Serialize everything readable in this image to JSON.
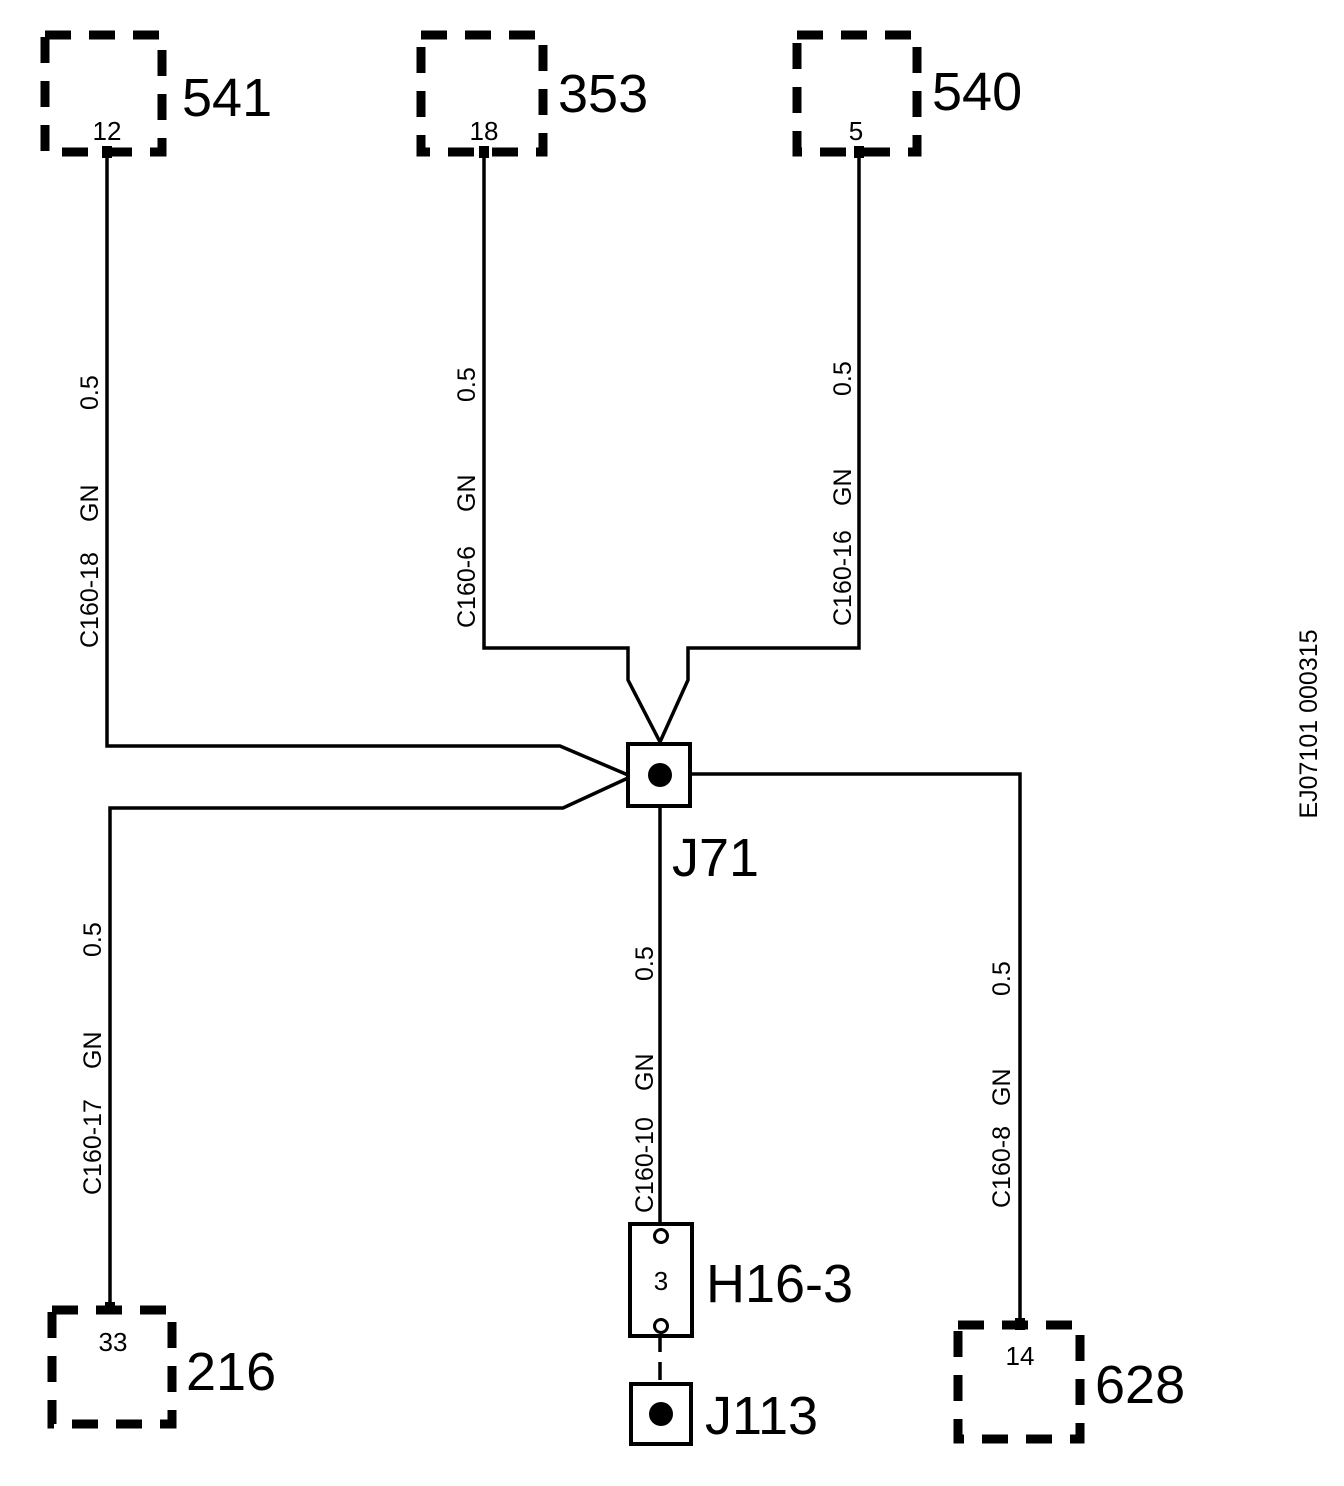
{
  "diagram": {
    "reference_code": "EJ07101 000315",
    "splice": {
      "id": "J71"
    },
    "connector_h16": {
      "id": "H16-3",
      "pin": "3"
    },
    "ground_splice": {
      "id": "J113"
    },
    "components": [
      {
        "id": "541",
        "pin": "12"
      },
      {
        "id": "353",
        "pin": "18"
      },
      {
        "id": "540",
        "pin": "5"
      },
      {
        "id": "216",
        "pin": "33"
      },
      {
        "id": "628",
        "pin": "14"
      }
    ],
    "wires": [
      {
        "circuit": "C160-18",
        "color": "GN",
        "size": "0.5"
      },
      {
        "circuit": "C160-6",
        "color": "GN",
        "size": "0.5"
      },
      {
        "circuit": "C160-16",
        "color": "GN",
        "size": "0.5"
      },
      {
        "circuit": "C160-17",
        "color": "GN",
        "size": "0.5"
      },
      {
        "circuit": "C160-10",
        "color": "GN",
        "size": "0.5"
      },
      {
        "circuit": "C160-8",
        "color": "GN",
        "size": "0.5"
      }
    ]
  }
}
